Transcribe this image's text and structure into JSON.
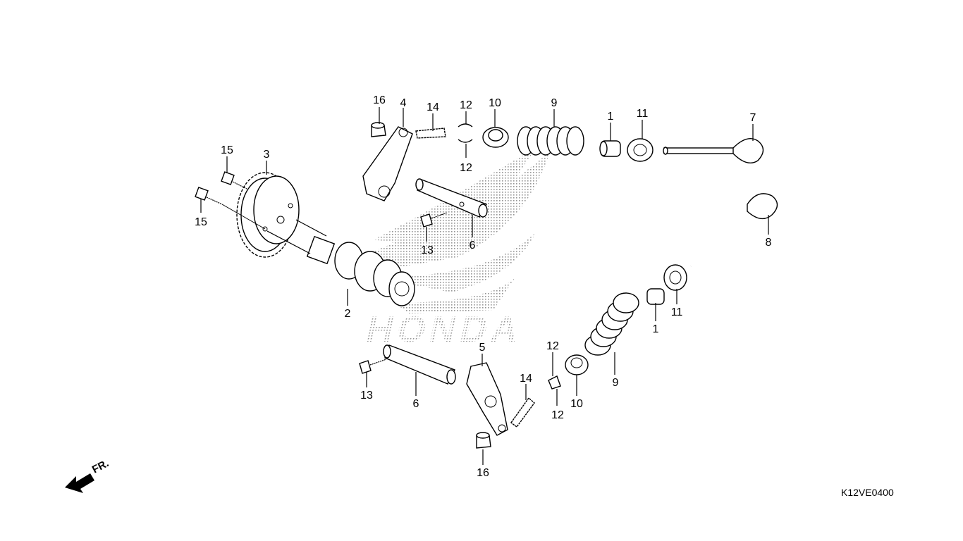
{
  "diagram": {
    "watermark_text": "HONDA",
    "diagram_code": "K12VE0400",
    "front_indicator": "FR.",
    "labels": {
      "p1a": "1",
      "p1b": "1",
      "p2": "2",
      "p3": "3",
      "p4": "4",
      "p5": "5",
      "p6a": "6",
      "p6b": "6",
      "p7": "7",
      "p8": "8",
      "p9a": "9",
      "p9b": "9",
      "p10a": "10",
      "p10b": "10",
      "p11a": "11",
      "p11b": "11",
      "p12a": "12",
      "p12b": "12",
      "p12c": "12",
      "p12d": "12",
      "p13a": "13",
      "p13b": "13",
      "p14a": "14",
      "p14b": "14",
      "p15a": "15",
      "p15b": "15",
      "p16a": "16",
      "p16b": "16"
    }
  }
}
